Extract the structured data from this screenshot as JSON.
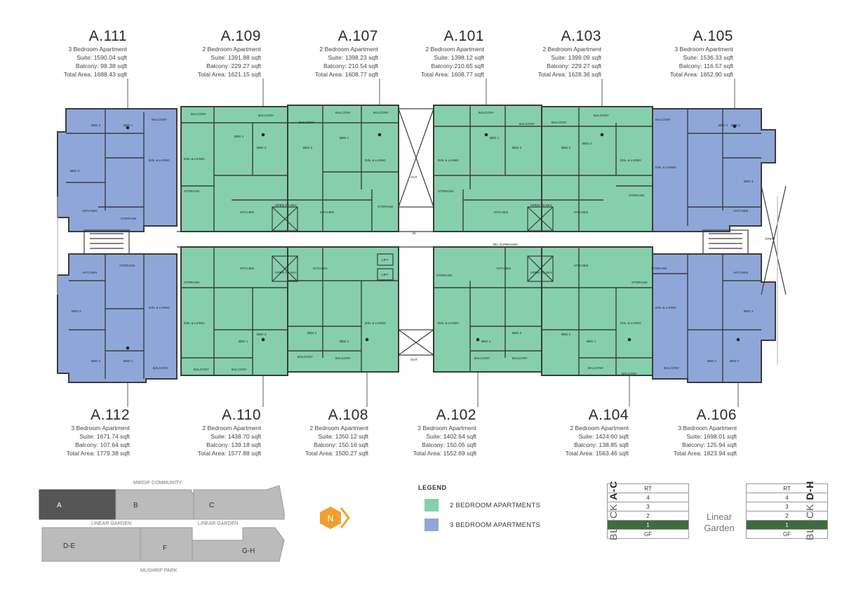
{
  "units_top": [
    {
      "id": "A.111",
      "type": "3 Bedroom Apartment",
      "suite": "Suite: 1590.04 sqft",
      "balcony": "Balcony: 98.38 sqft",
      "total": "Total Area: 1688.43 sqft"
    },
    {
      "id": "A.109",
      "type": "2 Bedroom Apartment",
      "suite": "Suite: 1391.88 sqft",
      "balcony": "Balcony: 229.27 sqft",
      "total": "Total Area: 1621.15 sqft"
    },
    {
      "id": "A.107",
      "type": "2 Bedroom Apartment",
      "suite": "Suite: 1398.23 sqft",
      "balcony": "Balcony: 210.54 sqft",
      "total": "Total Area: 1608.77 sqft"
    },
    {
      "id": "A.101",
      "type": "2 Bedroom Apartment",
      "suite": "Suite: 1398.12 sqft",
      "balcony": "Balcony:210.65 sqft",
      "total": "Total Area: 1608.77 sqft"
    },
    {
      "id": "A.103",
      "type": "2 Bedroom Apartment",
      "suite": "Suite: 1399.09 sqft",
      "balcony": "Balcony: 229.27 sqft",
      "total": "Total Area: 1628.36 sqft"
    },
    {
      "id": "A.105",
      "type": "3 Bedroom Apartment",
      "suite": "Suite: 1536.33 sqft",
      "balcony": "Balcony: 116.57 sqft",
      "total": "Total Area: 1652.90 sqft"
    }
  ],
  "units_bottom": [
    {
      "id": "A.112",
      "type": "3 Bedroom Apartment",
      "suite": "Suite: 1671.74 sqft",
      "balcony": "Balcony: 107.64 sqft",
      "total": "Total Area: 1779.38 sqft"
    },
    {
      "id": "A.110",
      "type": "2 Bedroom Apartment",
      "suite": "Suite: 1438.70 sqft",
      "balcony": "Balcony: 139.18 sqft",
      "total": "Total Area: 1577.88 sqft"
    },
    {
      "id": "A.108",
      "type": "2 Bedroom Apartment",
      "suite": "Suite: 1350.12 sqft",
      "balcony": "Balcony: 150.16 sqft",
      "total": "Total Area: 1500.27 sqft"
    },
    {
      "id": "A.102",
      "type": "2 Bedroom Apartment",
      "suite": "Suite: 1402.64 sqft",
      "balcony": "Balcony: 150.05 sqft",
      "total": "Total Area: 1552.69 sqft"
    },
    {
      "id": "A.104",
      "type": "2 Bedroom Apartment",
      "suite": "Suite: 1424.60 sqft",
      "balcony": "Balcony: 138.85 sqft",
      "total": "Total Area: 1563.46 sqft"
    },
    {
      "id": "A.106",
      "type": "3 Bedroom Apartment",
      "suite": "Suite: 1698.01 sqft",
      "balcony": "Balcony: 125.94 sqft",
      "total": "Total Area: 1823.94 sqft"
    }
  ],
  "plan_labels": {
    "bed1": "BED 1",
    "bed2": "BED 2",
    "bed3": "BED 3",
    "balcony": "BALCONY",
    "living": "DIN. & LIVING",
    "kitchen": "KITCHEN",
    "storage": "STORAGE",
    "open_to_sky": "OPEN TO SKY",
    "lift": "LIFT",
    "out": "OUT",
    "in": "IN",
    "open": "OPEN",
    "cupboard": "TEL.CUPBOARD"
  },
  "key_plan": {
    "top_road": "MIRDIF COMMUNITY",
    "mid_road_left": "LINEAR GARDEN",
    "mid_road_right": "LINEAR GARDEN",
    "bottom_road": "MUSHRIF PARK",
    "blocks": [
      "A",
      "B",
      "C",
      "D-E",
      "F",
      "G-H"
    ]
  },
  "compass_letter": "N",
  "legend": {
    "title": "LEGEND",
    "items": [
      {
        "label": "2 BEDROOM APARTMENTS",
        "color": "#86cfac"
      },
      {
        "label": "3 BEDROOM APARTMENTS",
        "color": "#8fa7d8"
      }
    ]
  },
  "block_ac": {
    "title": "BLOCK",
    "name": "A-C"
  },
  "block_dh": {
    "title": "BLOCK",
    "name": "D-H"
  },
  "floors": [
    "RT",
    "4",
    "3",
    "2",
    "1",
    "GF"
  ],
  "active_floor": "1",
  "linear_garden_line1": "Linear",
  "linear_garden_line2": "Garden",
  "colors": {
    "two_bed": "#86cfac",
    "three_bed": "#8fa7d8",
    "wall": "#3b3b3b",
    "active_floor": "#3e6b40",
    "compass": "#f0a030"
  }
}
